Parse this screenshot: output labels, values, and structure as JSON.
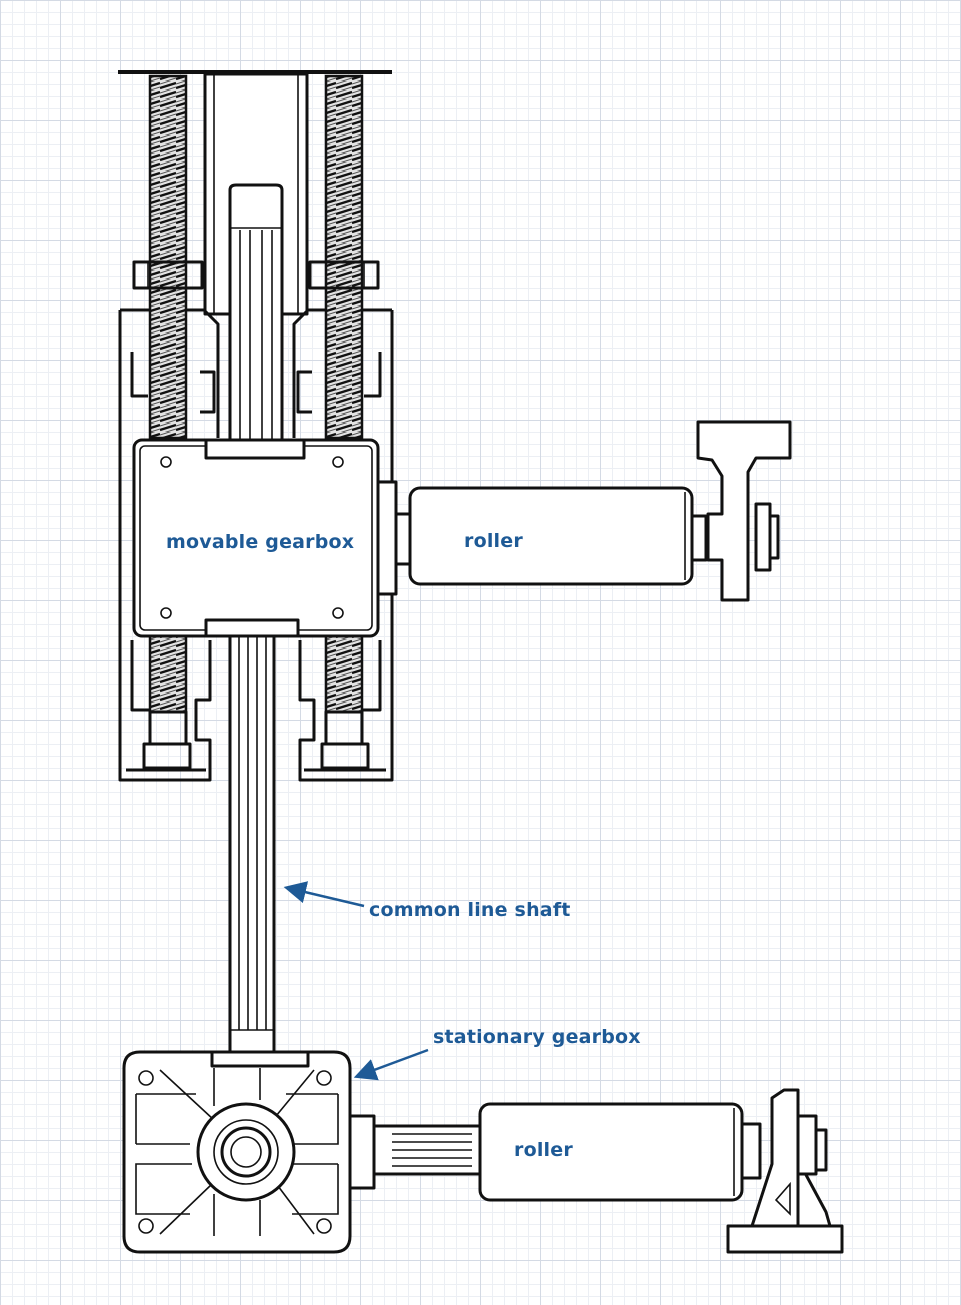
{
  "labels": {
    "movable_gearbox": "movable gearbox",
    "roller_upper": "roller",
    "common_line_shaft": "common line shaft",
    "stationary_gearbox": "stationary gearbox",
    "roller_lower": "roller"
  },
  "colors": {
    "label_text": "#1e5a96",
    "arrow": "#1e5a96",
    "outline": "#111111",
    "background": "#ffffff",
    "grid": "#d4dae4"
  }
}
